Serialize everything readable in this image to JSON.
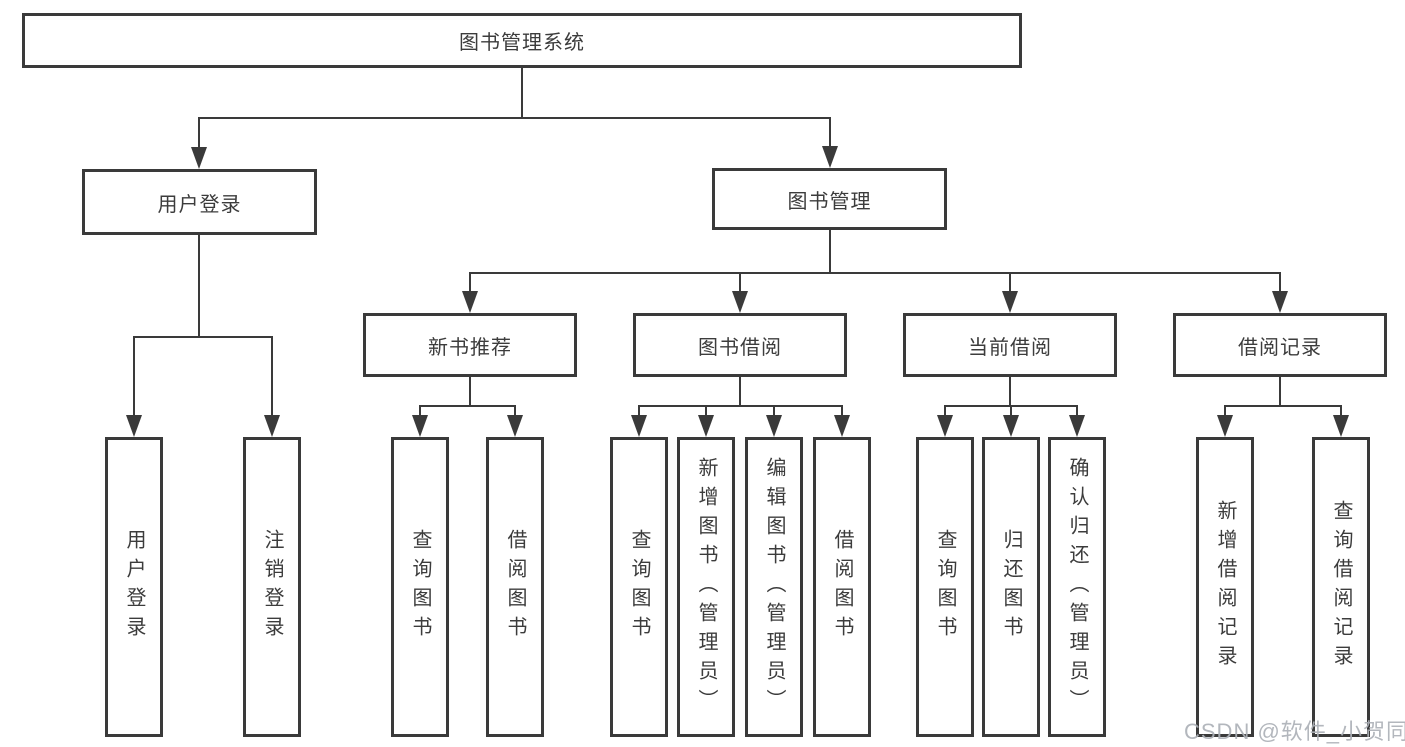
{
  "chart": {
    "root": {
      "label": "图书管理系统"
    },
    "login": {
      "label": "用户登录",
      "children": [
        {
          "label": "用户登录"
        },
        {
          "label": "注销登录"
        }
      ]
    },
    "mgmt": {
      "label": "图书管理"
    },
    "groups": [
      {
        "label": "新书推荐",
        "children": [
          {
            "label": "查询图书"
          },
          {
            "label": "借阅图书"
          }
        ]
      },
      {
        "label": "图书借阅",
        "children": [
          {
            "label": "查询图书"
          },
          {
            "label": "新增图书（管理员）"
          },
          {
            "label": "编辑图书（管理员）"
          },
          {
            "label": "借阅图书"
          }
        ]
      },
      {
        "label": "当前借阅",
        "children": [
          {
            "label": "查询图书"
          },
          {
            "label": "归还图书"
          },
          {
            "label": "确认归还（管理员）"
          }
        ]
      },
      {
        "label": "借阅记录",
        "children": [
          {
            "label": "新增借阅记录"
          },
          {
            "label": "查询借阅记录"
          }
        ]
      }
    ]
  },
  "watermark": {
    "text": "CSDN @软件_小贺同学"
  },
  "colors": {
    "line": "#3a3a3a",
    "text": "#3c3c3c",
    "watermark": "#adb1b7"
  }
}
